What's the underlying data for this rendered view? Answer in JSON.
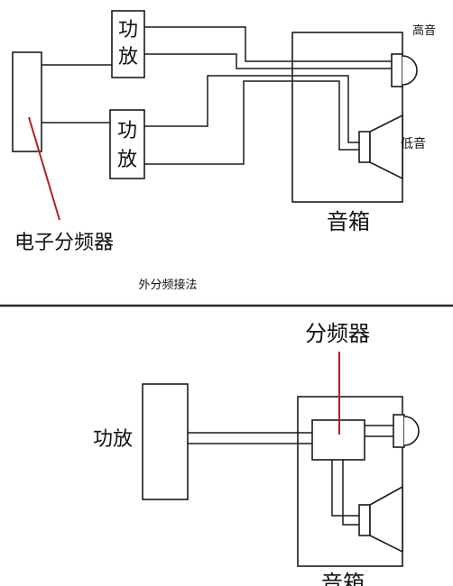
{
  "top_diagram": {
    "amp_upper_label": "功放",
    "amp_lower_label": "功放",
    "crossover_label": "电子分频器",
    "tweeter_label": "高音",
    "woofer_label": "低音",
    "enclosure_label": "音箱",
    "caption": "外分频接法"
  },
  "bottom_diagram": {
    "crossover_label": "分频器",
    "amp_label": "功放",
    "enclosure_label": "音箱"
  },
  "colors": {
    "line": "#1a1a1a",
    "pointer": "#b02020",
    "background": "#ffffff"
  }
}
